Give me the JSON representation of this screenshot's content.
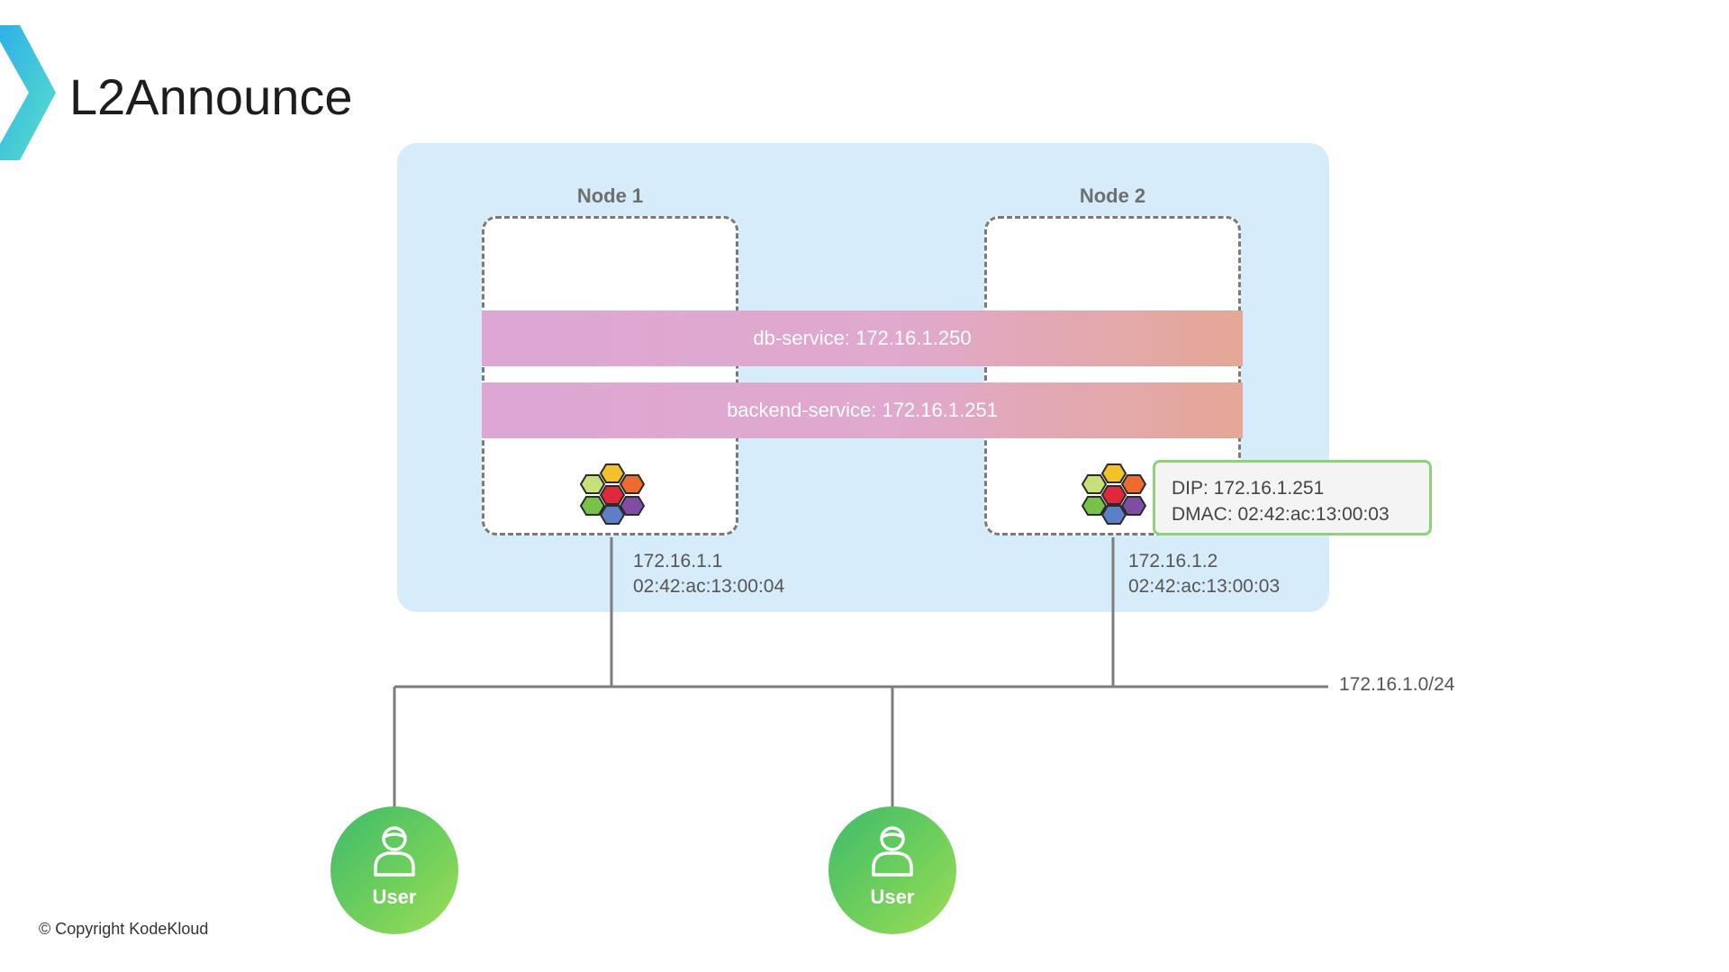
{
  "title": "L2Announce",
  "nodes": [
    {
      "label": "Node 1",
      "ip": "172.16.1.1",
      "mac": "02:42:ac:13:00:04"
    },
    {
      "label": "Node 2",
      "ip": "172.16.1.2",
      "mac": "02:42:ac:13:00:03"
    }
  ],
  "services": [
    {
      "label": "db-service: 172.16.1.250"
    },
    {
      "label": "backend-service: 172.16.1.251"
    }
  ],
  "callout": {
    "dip": "DIP: 172.16.1.251",
    "dmac": "DMAC: 02:42:ac:13:00:03"
  },
  "subnet": "172.16.1.0/24",
  "users": [
    {
      "label": "User"
    },
    {
      "label": "User"
    }
  ],
  "copyright": "© Copyright KodeKloud",
  "icons": {
    "node_logo": "cilium-hexagon-icon",
    "user": "user-icon",
    "brand": "chevron-icon"
  },
  "colors": {
    "cluster_bg": "#d6ecfb",
    "service_bar": "#dea6d3",
    "callout_border": "#8fd07a",
    "user_green": "#5cc765"
  }
}
